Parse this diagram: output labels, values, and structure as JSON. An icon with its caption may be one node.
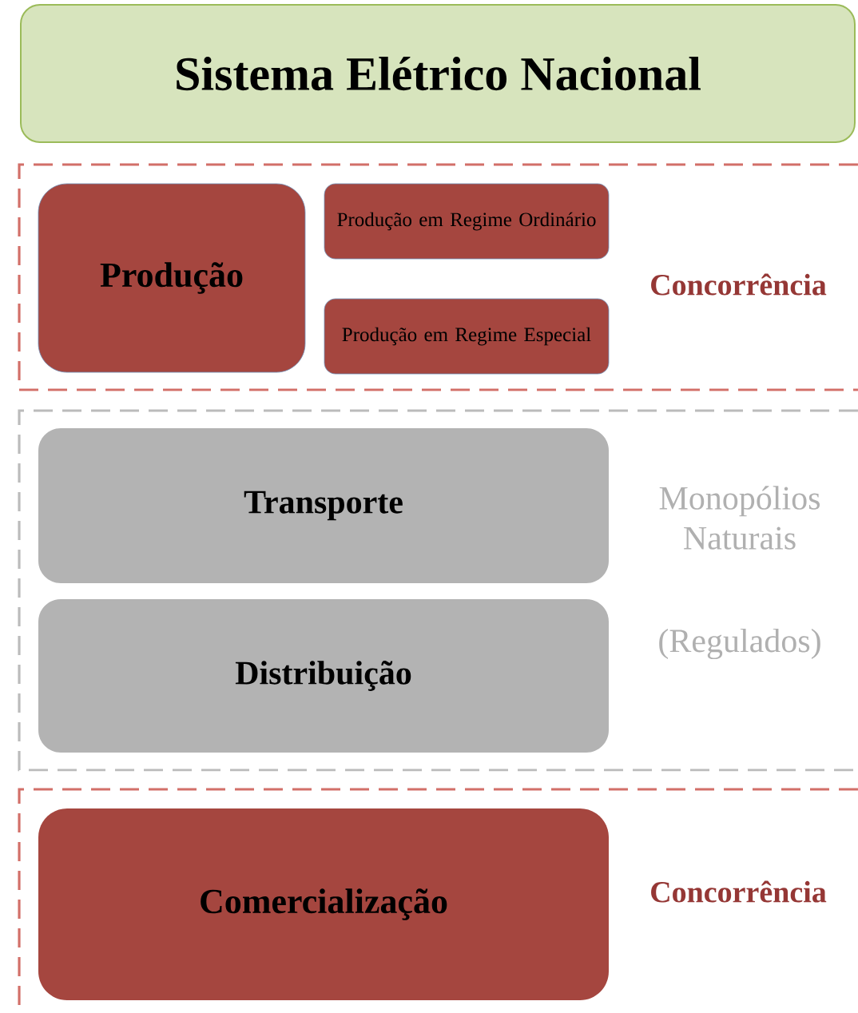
{
  "diagram": {
    "title": "Sistema Elétrico Nacional",
    "nodes": [
      {
        "text": [
          "Concorrência"
        ]
      },
      {
        "text": [
          "Produção"
        ],
        "in": 0
      },
      {
        "text": [
          "Produção em Regime Ordinário"
        ],
        "in": 0
      },
      {
        "text": [
          "Produção em Regime Especial"
        ],
        "in": 0
      },
      {
        "text": [
          "Monopólios Naturais",
          "(Regulados)"
        ]
      },
      {
        "text": [
          "Transporte"
        ],
        "in": 4
      },
      {
        "text": [
          "Distribuição"
        ],
        "in": 4
      },
      {
        "text": [
          "Concorrência"
        ]
      },
      {
        "text": [
          "Comercialização"
        ],
        "in": 7
      }
    ]
  }
}
